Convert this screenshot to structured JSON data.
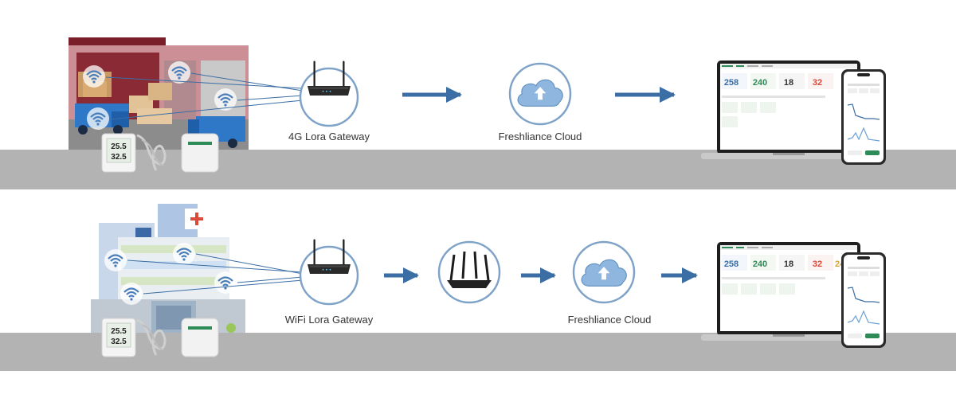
{
  "rows": [
    {
      "gateway_label": "4G Lora Gateway",
      "cloud_label": "Freshliance Cloud",
      "sensor_reading_top": "25.5",
      "sensor_reading_bottom": "32.5"
    },
    {
      "gateway_label": "WiFi Lora Gateway",
      "cloud_label": "Freshliance Cloud",
      "sensor_reading_top": "25.5",
      "sensor_reading_bottom": "32.5"
    }
  ],
  "dashboard_values": [
    "258",
    "240",
    "18",
    "32",
    "24"
  ],
  "colors": {
    "band": "#b3b3b3",
    "arrow": "#3a6ea5",
    "circle_stroke": "#7fa3c8",
    "cloud": "#8fb6de",
    "wifi": "#4a7ebb",
    "accent_green": "#2e8b57",
    "warning_red": "#d94a3a"
  }
}
